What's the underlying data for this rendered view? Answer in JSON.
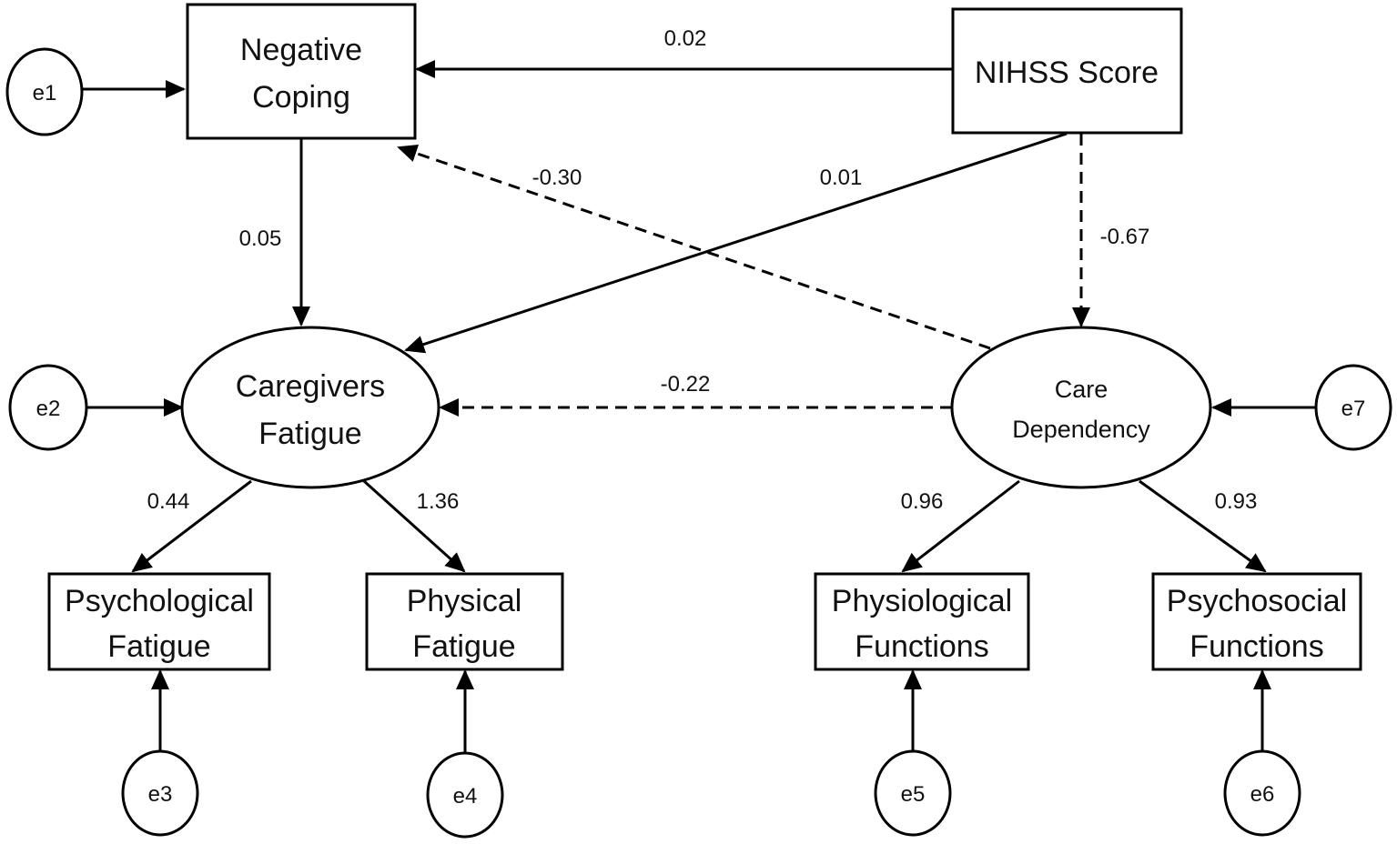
{
  "nodes": {
    "negative_coping": {
      "line1": "Negative",
      "line2": "Coping"
    },
    "nihss_score": {
      "line1": "NIHSS Score"
    },
    "caregivers_fatigue": {
      "line1": "Caregivers",
      "line2": "Fatigue"
    },
    "care_dependency": {
      "line1": "Care",
      "line2": "Dependency"
    },
    "psychological_fatigue": {
      "line1": "Psychological",
      "line2": "Fatigue"
    },
    "physical_fatigue": {
      "line1": "Physical",
      "line2": "Fatigue"
    },
    "physiological_functions": {
      "line1": "Physiological",
      "line2": "Functions"
    },
    "psychosocial_functions": {
      "line1": "Psychosocial",
      "line2": "Functions"
    }
  },
  "errors": {
    "e1": "e1",
    "e2": "e2",
    "e3": "e3",
    "e4": "e4",
    "e5": "e5",
    "e6": "e6",
    "e7": "e7"
  },
  "paths": {
    "nihss_to_coping": {
      "value": "0.02",
      "style": "solid"
    },
    "dependency_to_coping": {
      "value": "-0.30",
      "style": "dashed"
    },
    "nihss_to_fatigue": {
      "value": "0.01",
      "style": "solid"
    },
    "coping_to_fatigue": {
      "value": "0.05",
      "style": "solid"
    },
    "nihss_to_dependency": {
      "value": "-0.67",
      "style": "dashed"
    },
    "dependency_to_fatigue": {
      "value": "-0.22",
      "style": "dashed"
    },
    "fatigue_to_psychological": {
      "value": "0.44",
      "style": "solid"
    },
    "fatigue_to_physical": {
      "value": "1.36",
      "style": "solid"
    },
    "dependency_to_physiological": {
      "value": "0.96",
      "style": "solid"
    },
    "dependency_to_psychosocial": {
      "value": "0.93",
      "style": "solid"
    }
  },
  "colors": {
    "stroke": "#000000",
    "fill": "#ffffff",
    "text": "#111111"
  }
}
